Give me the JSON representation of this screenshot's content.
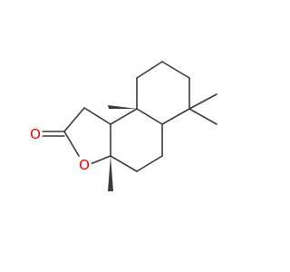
{
  "diagram": {
    "type": "skeletal-structure",
    "colors": {
      "bond": "#3a3a3a",
      "oxygen": "#ff0000",
      "background": "#ffffff"
    },
    "atoms": {
      "ring_oxygen": {
        "label": "O",
        "element": "oxygen"
      },
      "carbonyl_oxygen": {
        "label": "O",
        "element": "oxygen"
      }
    }
  }
}
